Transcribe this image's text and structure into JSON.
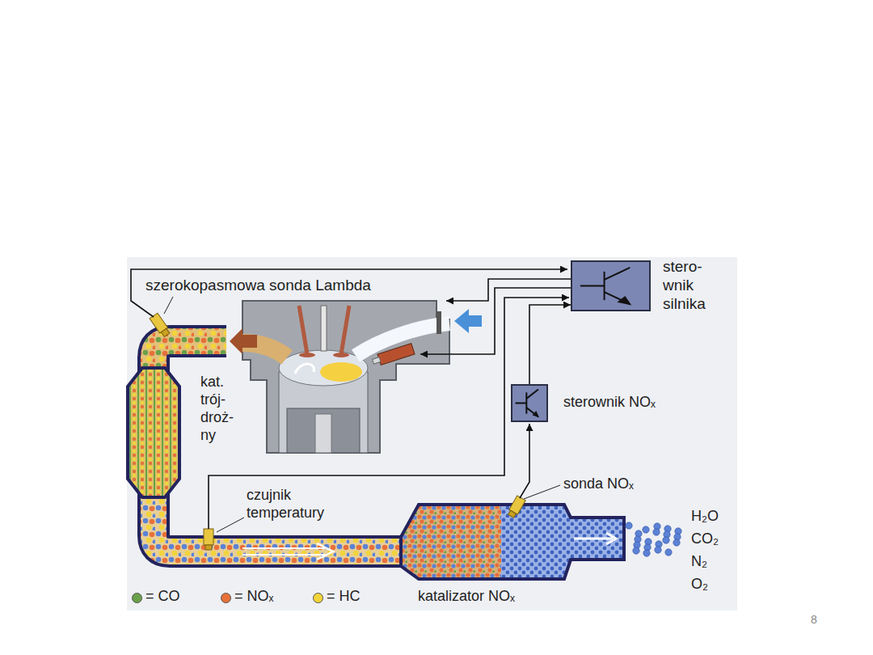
{
  "diagram": {
    "nodes": [
      {
        "text": [
          "stero- wnik silnika"
        ]
      },
      {
        "text": [
          "sterownik NOₓ"
        ]
      }
    ],
    "edges": [
      {
        "from": 1,
        "to": 0,
        "arrow": "to"
      }
    ],
    "labels": [
      "szerokopasmowa sonda Lambda",
      "kat. trój- droż- ny",
      "czujnik temperatury",
      "sonda NOₓ",
      "katalizator NOₓ",
      "H₂O",
      "CO₂",
      "N₂",
      "O₂",
      "8"
    ],
    "legend": [
      {
        "text": "= CO",
        "color": "#6aa04a"
      },
      {
        "text": "= NOₓ",
        "color": "#e8703a"
      },
      {
        "text": "= HC",
        "color": "#f2d43a"
      }
    ]
  }
}
